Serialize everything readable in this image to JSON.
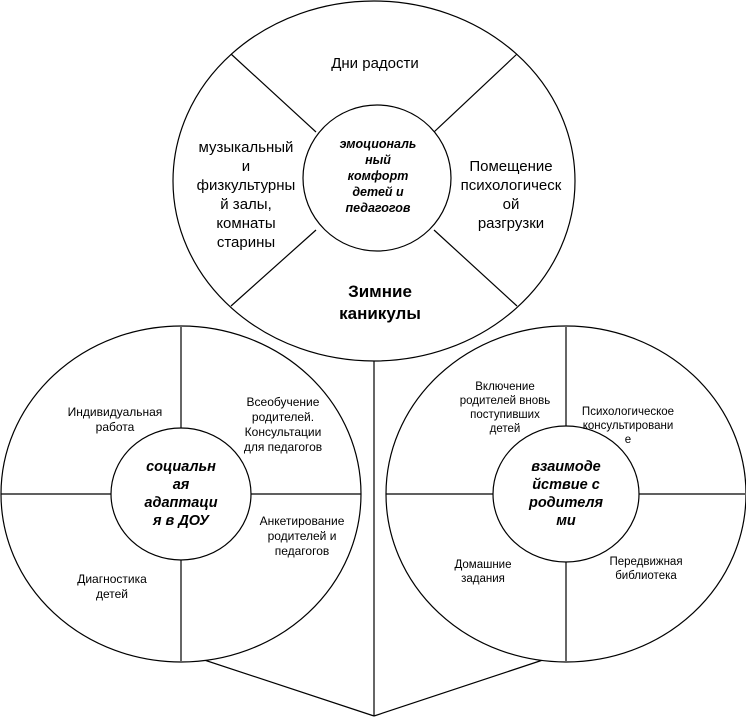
{
  "top": {
    "center": "эмоциональ\nный\nкомфорт\nдетей и\nпедагогов",
    "sectors": {
      "top": "Дни радости",
      "left": "музыкальный\nи\nфизкультурны\nй залы,\nкомнаты\nстарины",
      "right": "Помещение\nпсихологическ\nой\nразгрузки",
      "bottom": "Зимние\nканикулы"
    }
  },
  "left": {
    "center": "социальн\nая\nадаптаци\nя в ДОУ",
    "sectors": {
      "top_left": "Индивидуальная\nработа",
      "top_right": "Всеобучение\nродителей.\nКонсультации\nдля педагогов",
      "bottom_left": "Диагностика\nдетей",
      "bottom_right": "Анкетирование\nродителей и\nпедагогов"
    }
  },
  "right": {
    "center": "взаимоде\nйствие с\nродителя\nми",
    "sectors": {
      "top_left": "Включение\nродителей вновь\nпоступивших\nдетей",
      "top_right": "Психологическое\nконсультировани\nе",
      "bottom_left": "Домашние\nзадания",
      "bottom_right": "Передвижная\nбиблиотека"
    }
  }
}
